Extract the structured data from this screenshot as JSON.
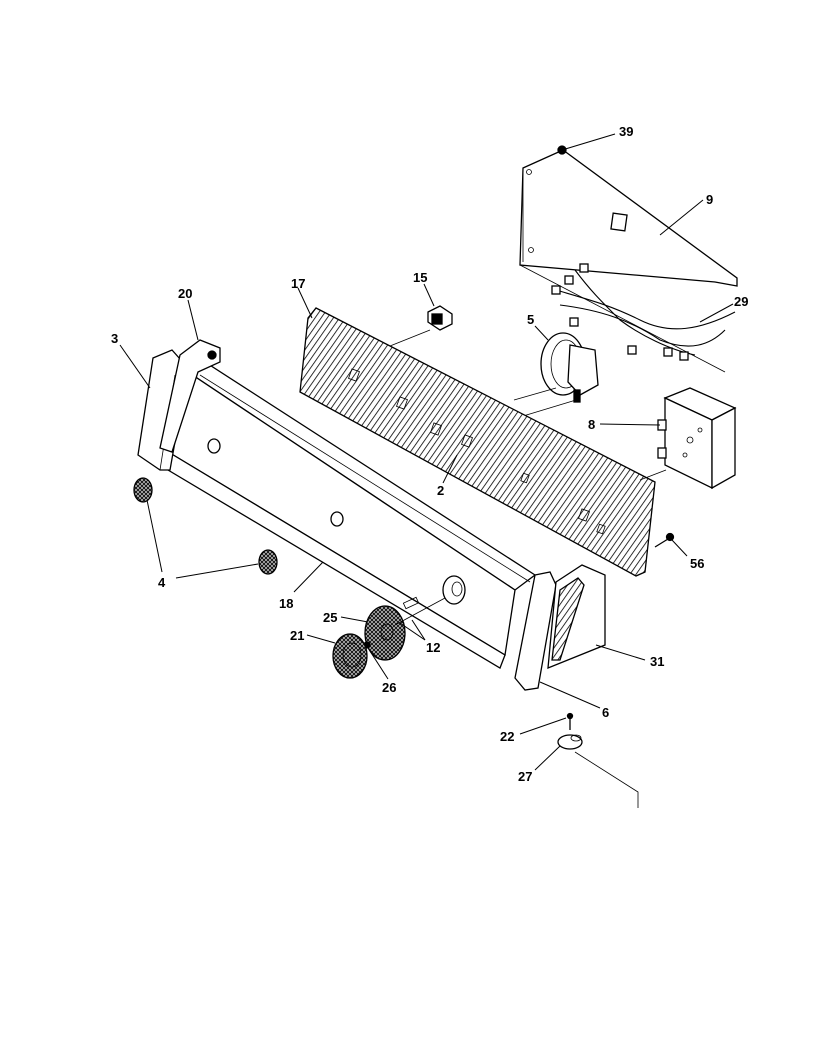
{
  "callouts": {
    "c2": "2",
    "c3": "3",
    "c4": "4",
    "c5": "5",
    "c6": "6",
    "c8": "8",
    "c9": "9",
    "c12": "12",
    "c15": "15",
    "c17": "17",
    "c18": "18",
    "c20": "20",
    "c21": "21",
    "c22": "22",
    "c25": "25",
    "c26": "26",
    "c27": "27",
    "c29": "29",
    "c31": "31",
    "c39": "39",
    "c56": "56"
  }
}
